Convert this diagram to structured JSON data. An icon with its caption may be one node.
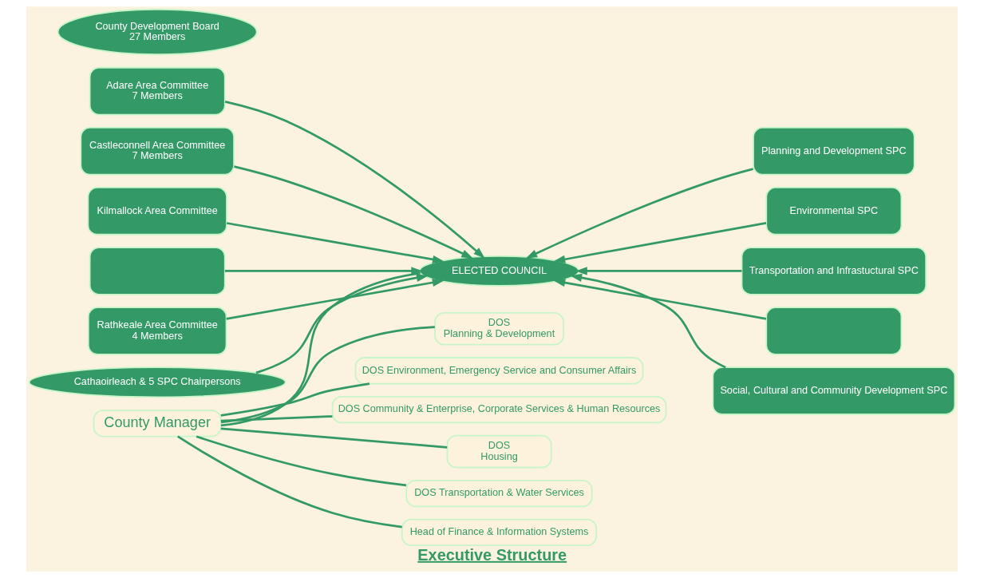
{
  "diagram": {
    "title": "Executive Structure",
    "nodes": [
      {
        "text": [
          "Adare Area Committee",
          "7 Members"
        ]
      },
      {
        "text": [
          "Castleconnell Area Committee",
          "7 Members"
        ]
      },
      {
        "text": [
          "Kilmallock Area Committee"
        ]
      },
      {
        "text": [],
        "shape": "box"
      },
      {
        "text": [
          "Rathkeale Area Committee",
          "4 Members"
        ]
      },
      {
        "text": [
          "County Development Board",
          "27 Members"
        ]
      },
      {
        "text": [
          "County Manager"
        ]
      },
      {
        "text": [
          "ELECTED COUNCIL"
        ]
      },
      {
        "text": [
          "Cathaoirleach & 5 SPC Chairpersons"
        ]
      },
      {
        "text": [
          "Planning and Development SPC"
        ]
      },
      {
        "text": [
          "Environmental SPC"
        ]
      },
      {
        "text": [
          "Transportation and Infrastuctural SPC"
        ]
      },
      {
        "text": [],
        "shape": "box"
      },
      {
        "text": [
          "Social, Cultural and Community Development SPC"
        ]
      },
      {
        "text": [
          "DOS",
          "Planning & Development"
        ]
      },
      {
        "text": [
          "DOS Environment, Emergency Service and Consumer Affairs"
        ]
      },
      {
        "text": [
          "DOS Community & Enterprise, Corporate Services & Human Resources"
        ]
      },
      {
        "text": [
          "DOS",
          "Housing"
        ]
      },
      {
        "text": [
          "DOS Transportation & Water Services"
        ]
      },
      {
        "text": [
          "Head of Finance & Information Systems"
        ]
      }
    ],
    "edges": [
      {
        "from": 0,
        "to": 7,
        "arrow": "to"
      },
      {
        "from": 1,
        "to": 7,
        "arrow": "to"
      },
      {
        "from": 2,
        "to": 7,
        "arrow": "to"
      },
      {
        "from": 3,
        "to": 7,
        "arrow": "to"
      },
      {
        "from": 4,
        "to": 7,
        "arrow": "to"
      },
      {
        "from": 9,
        "to": 7,
        "arrow": "to"
      },
      {
        "from": 10,
        "to": 7,
        "arrow": "to"
      },
      {
        "from": 11,
        "to": 7,
        "arrow": "to"
      },
      {
        "from": 12,
        "to": 7,
        "arrow": "to"
      },
      {
        "from": 13,
        "to": 7,
        "arrow": "to"
      },
      {
        "from": 8,
        "to": 7,
        "arrow": "to"
      },
      {
        "from": 6,
        "to": 7,
        "arrow": "none"
      },
      {
        "from": 6,
        "to": 14,
        "arrow": "none"
      },
      {
        "from": 6,
        "to": 15,
        "arrow": "none"
      },
      {
        "from": 6,
        "to": 16,
        "arrow": "none"
      },
      {
        "from": 6,
        "to": 17,
        "arrow": "none"
      },
      {
        "from": 6,
        "to": 18,
        "arrow": "none"
      },
      {
        "from": 6,
        "to": 19,
        "arrow": "none"
      }
    ]
  }
}
